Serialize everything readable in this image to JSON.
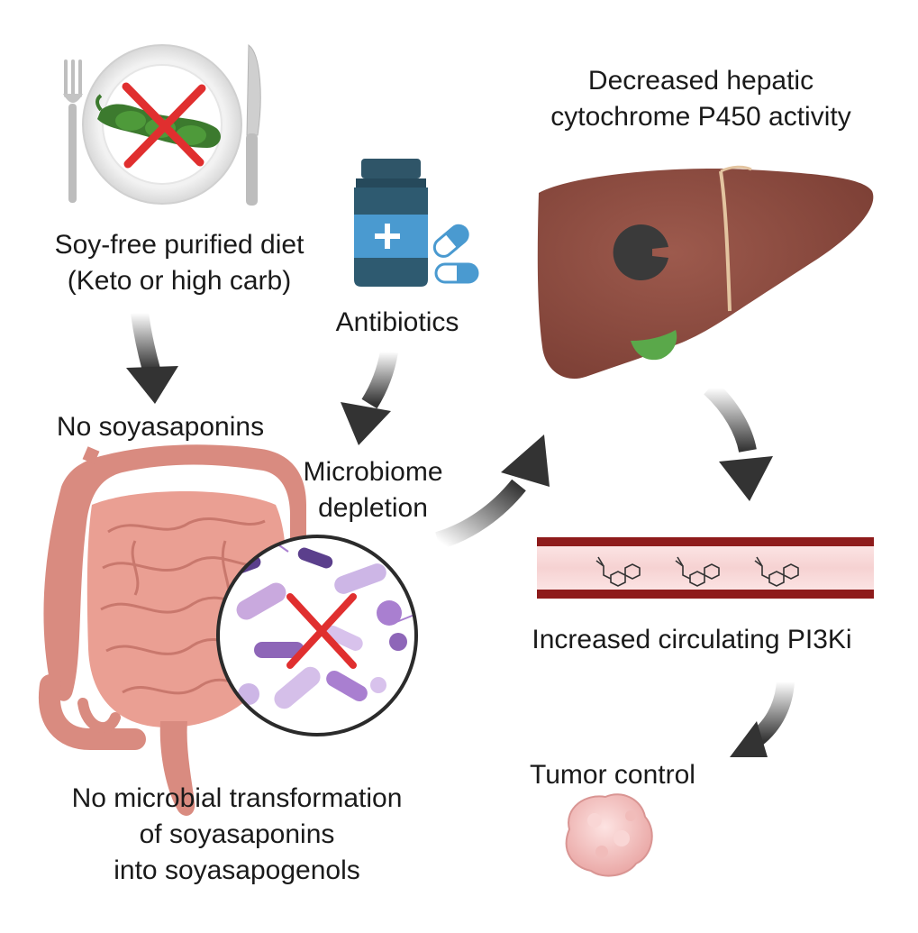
{
  "diet": {
    "line1": "Soy-free purified diet",
    "line2": "(Keto or high carb)"
  },
  "no_soyasaponins": "No soyasaponins",
  "antibiotics": "Antibiotics",
  "microbiome": {
    "line1": "Microbiome",
    "line2": "depletion"
  },
  "liver_label": {
    "line1": "Decreased hepatic",
    "line2": "cytochrome P450 activity"
  },
  "pi3ki": "Increased circulating PI3Ki",
  "tumor": "Tumor control",
  "transformation": {
    "line1": "No microbial transformation",
    "line2": "of soyasaponins",
    "line3": "into soyasapogenols"
  },
  "colors": {
    "arrow": "#3a3a3a",
    "cross": "#e02f2f",
    "liver": "#8b4a3e",
    "intestine": "#e7a193",
    "vessel": "#8e1b1b",
    "tumor": "#f4c6c4"
  }
}
